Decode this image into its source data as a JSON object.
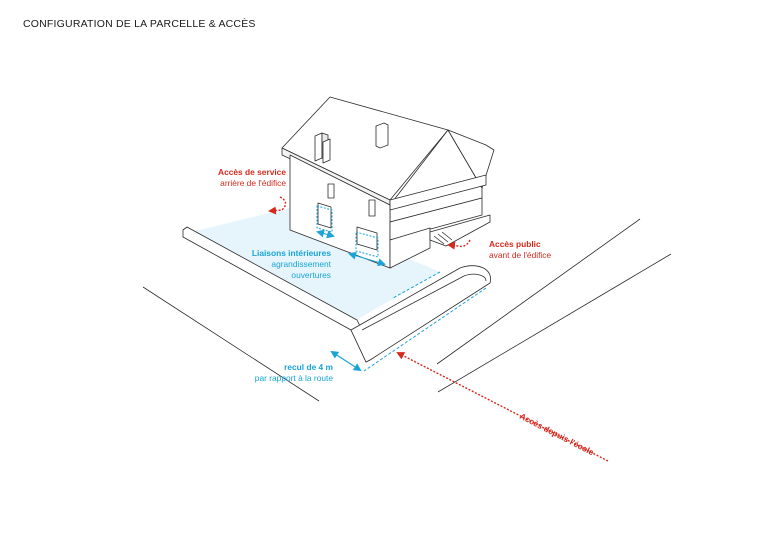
{
  "title": "CONFIGURATION DE LA PARCELLE & ACCÈS",
  "colors": {
    "red": "#d42a1e",
    "blue": "#1aa4d8",
    "zone": "#e6f5fc",
    "line": "#2b2b2b"
  },
  "labels": {
    "service": {
      "title": "Accès de service",
      "subtitle": "arrière de l'édifice"
    },
    "public": {
      "title": "Accès public",
      "subtitle": "avant de l'édifice"
    },
    "liaisons": {
      "title": "Liaisons intérieures",
      "line1": "agrandissement",
      "line2": "ouvertures"
    },
    "recul": {
      "title": "recul de 4 m",
      "subtitle": "par rapport à la route"
    },
    "ecole": "Accès depuis l'école"
  }
}
